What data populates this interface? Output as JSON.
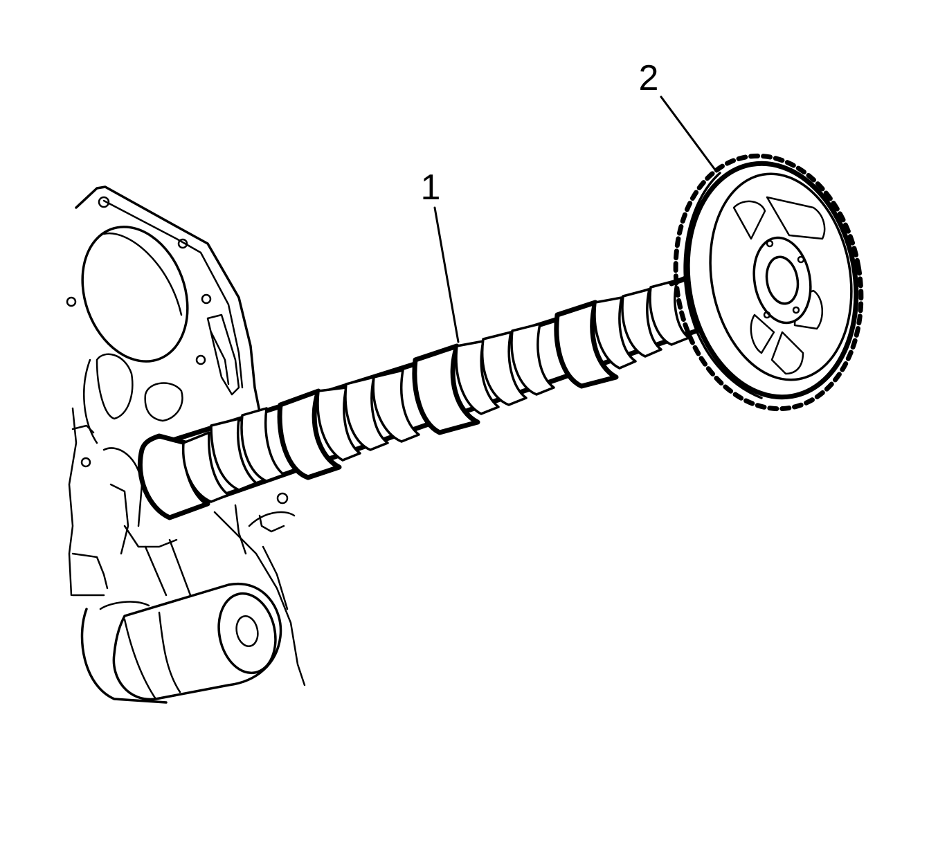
{
  "figure": {
    "colors": {
      "ink": "#000000",
      "paper": "#ffffff"
    },
    "callouts": [
      {
        "id": "1",
        "label": "1",
        "points_to": "camshaft"
      },
      {
        "id": "2",
        "label": "2",
        "points_to": "camshaft-sprocket"
      }
    ]
  }
}
